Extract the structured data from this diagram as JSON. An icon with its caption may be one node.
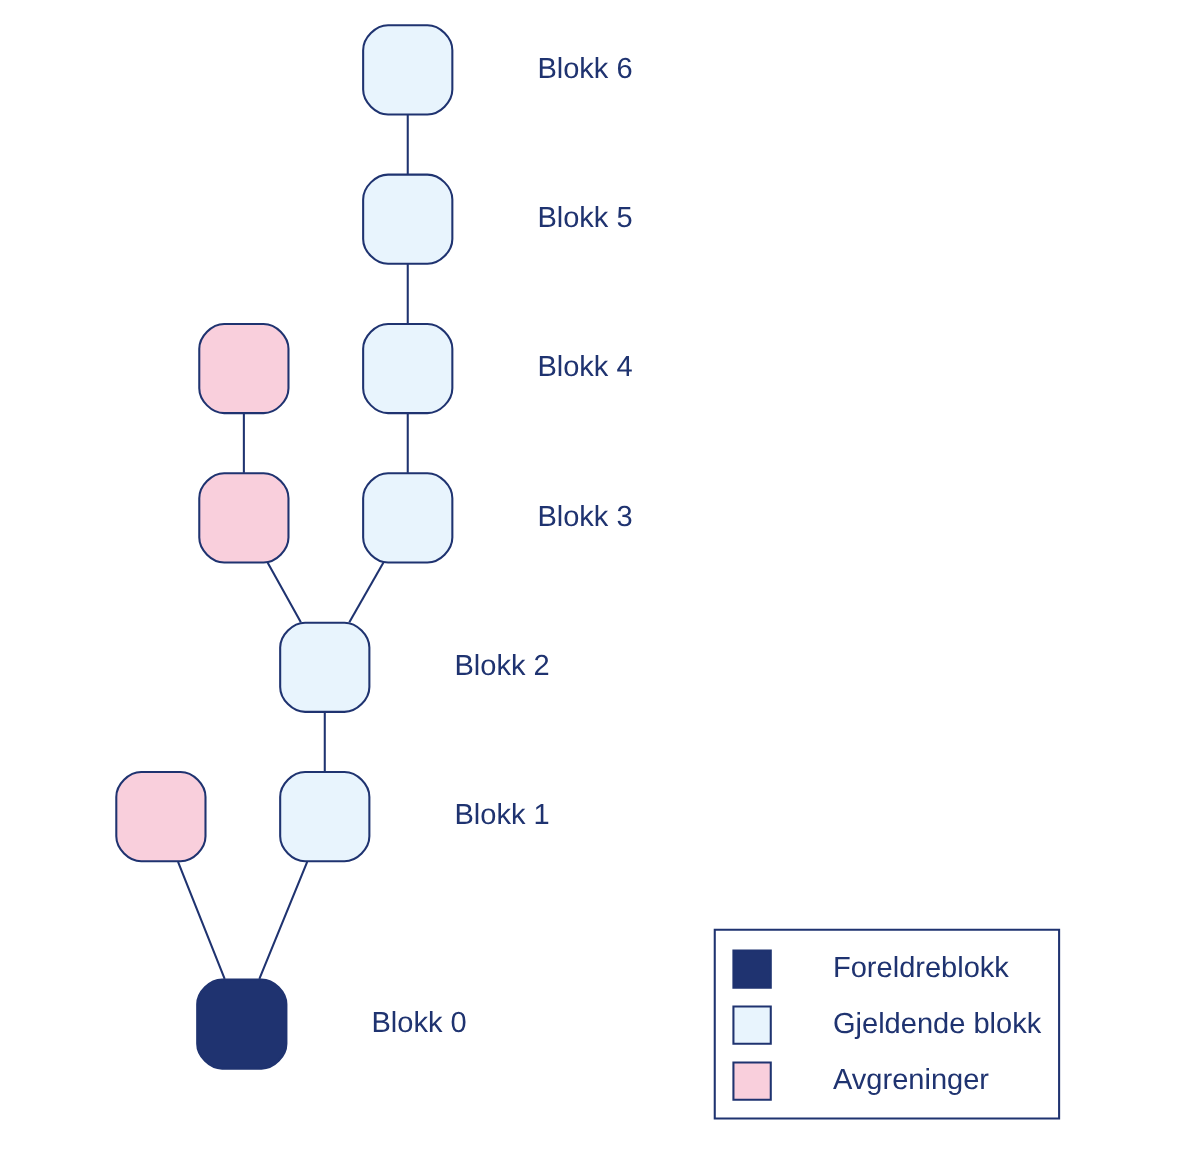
{
  "diagram": {
    "nodes": [
      {
        "text": [],
        "shape": "box",
        "beside": [
          "Blokk 6"
        ]
      },
      {
        "text": [],
        "shape": "box",
        "beside": [
          "Blokk 5"
        ]
      },
      {
        "text": [],
        "shape": "box"
      },
      {
        "text": [],
        "shape": "box",
        "beside": [
          "Blokk 4"
        ]
      },
      {
        "text": [],
        "shape": "box"
      },
      {
        "text": [],
        "shape": "box",
        "beside": [
          "Blokk 3"
        ]
      },
      {
        "text": [],
        "shape": "box",
        "beside": [
          "Blokk 2"
        ]
      },
      {
        "text": [],
        "shape": "box"
      },
      {
        "text": [],
        "shape": "box",
        "beside": [
          "Blokk 1"
        ]
      },
      {
        "text": [],
        "shape": "box",
        "beside": [
          "Blokk 0"
        ]
      }
    ],
    "edges": [
      {
        "from": 0,
        "to": 1,
        "arrow": "none"
      },
      {
        "from": 1,
        "to": 3,
        "arrow": "none"
      },
      {
        "from": 3,
        "to": 5,
        "arrow": "none"
      },
      {
        "from": 2,
        "to": 4,
        "arrow": "none"
      },
      {
        "from": 5,
        "to": 6,
        "arrow": "none"
      },
      {
        "from": 4,
        "to": 6,
        "arrow": "none"
      },
      {
        "from": 6,
        "to": 8,
        "arrow": "none"
      },
      {
        "from": 8,
        "to": 9,
        "arrow": "none"
      },
      {
        "from": 7,
        "to": 9,
        "arrow": "none"
      }
    ],
    "legend": [
      {
        "text": "Foreldreblokk",
        "color": "#1f3370"
      },
      {
        "text": "Gjeldende blokk",
        "color": "#e8f4fd"
      },
      {
        "text": "Avgreninger",
        "color": "#f9cfdc"
      }
    ]
  }
}
